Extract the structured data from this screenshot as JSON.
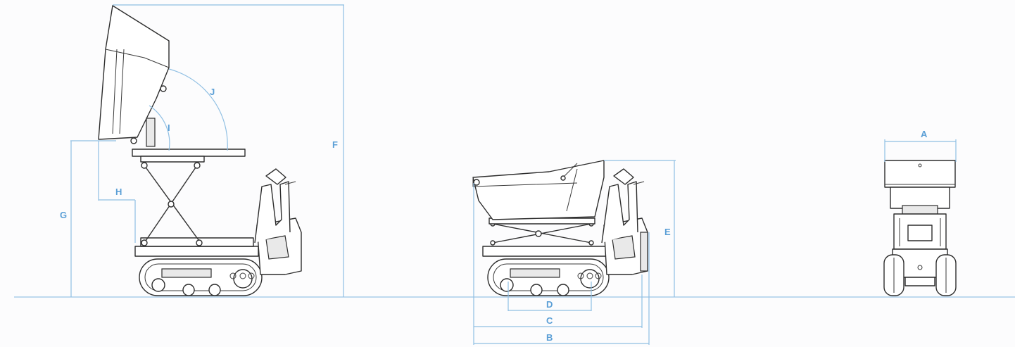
{
  "colors": {
    "dimension_line": "#8fbfe3",
    "label": "#5b9fd6",
    "ground": "#a9cdea",
    "machine": "#2d2d2d",
    "background": "#fcfcfd"
  },
  "labels": {
    "A": "A",
    "B": "B",
    "C": "C",
    "D": "D",
    "E": "E",
    "F": "F",
    "G": "G",
    "H": "H",
    "I": "I",
    "J": "J"
  }
}
